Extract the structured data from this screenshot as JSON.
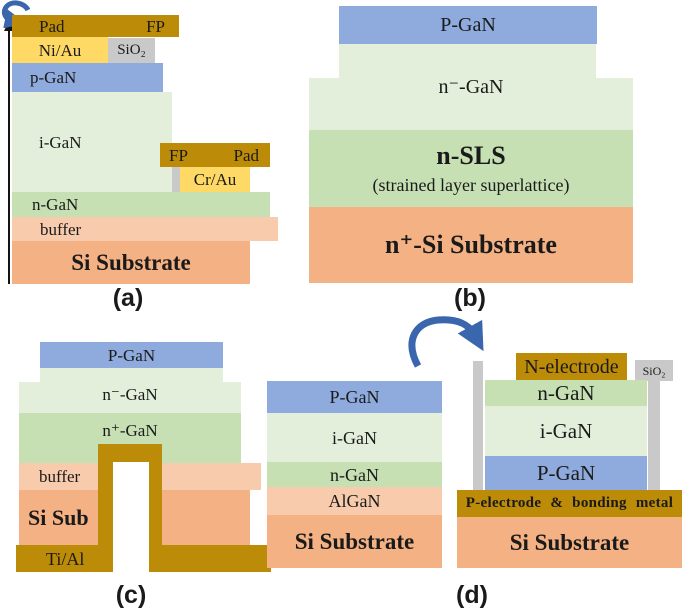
{
  "figure": {
    "panels": {
      "a": {
        "caption": "(a)",
        "top_pad": "Pad",
        "top_fp": "FP",
        "ni_au": "Ni/Au",
        "sio2": "SiO₂",
        "p_gan": "p-GaN",
        "i_gan": "i-GaN",
        "fp_right": "FP",
        "pad_right": "Pad",
        "cr_au": "Cr/Au",
        "n_gan": "n-GaN",
        "buffer": "buffer",
        "si_substrate": "Si Substrate"
      },
      "b": {
        "caption": "(b)",
        "p_gan": "P-GaN",
        "n_minus_gan": "n⁻-GaN",
        "n_sls": "n-SLS",
        "n_sls_expansion": "(strained layer superlattice)",
        "substrate": "n⁺-Si Substrate"
      },
      "c": {
        "caption": "(c)",
        "p_gan": "P-GaN",
        "n_minus_gan": "n⁻-GaN",
        "n_plus_gan": "n⁺-GaN",
        "buffer": "buffer",
        "si_sub": "Si Sub",
        "ti_al": "Ti/Al"
      },
      "d": {
        "caption": "(d)",
        "left_stack": {
          "p_gan": "P-GaN",
          "i_gan": "i-GaN",
          "n_gan": "n-GaN",
          "algan": "AlGaN",
          "si_substrate": "Si Substrate"
        },
        "right_stack": {
          "n_electrode": "N-electrode",
          "sio2": "SiO₂",
          "n_gan": "n-GaN",
          "i_gan": "i-GaN",
          "p_gan": "P-GaN",
          "p_electrode": "P-electrode & bonding metal",
          "si_substrate": "Si Substrate"
        }
      }
    },
    "colors": {
      "metal_gold": "#BC8B08",
      "metal_yellow": "#FFD966",
      "oxide_gray": "#C9C9C9",
      "pgan_blue": "#8FAADC",
      "igan_pale_green": "#E3EFDB",
      "ngan_green": "#C6E0B4",
      "buffer_pale_orange": "#F8CBAD",
      "substrate_orange": "#F4B183",
      "arrow_blue": "#3A66AE",
      "axis_black": "#141414"
    }
  }
}
